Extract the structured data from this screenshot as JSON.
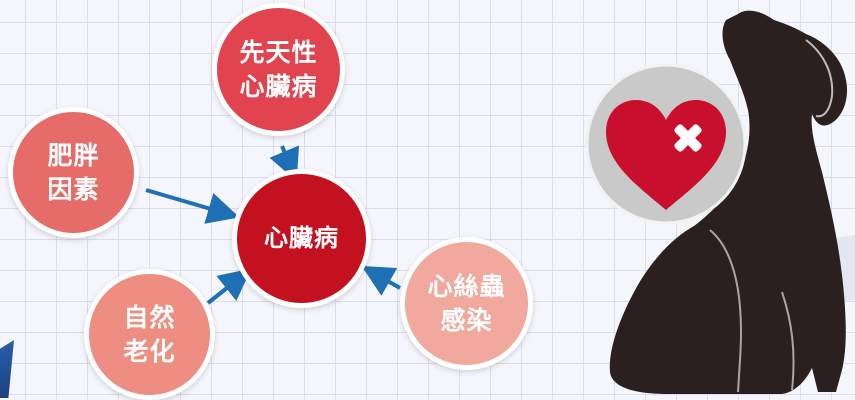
{
  "diagram": {
    "center": {
      "line1": "心臟病"
    },
    "nodes": {
      "congenital": {
        "line1": "先天性",
        "line2": "心臟病"
      },
      "obesity": {
        "line1": "肥胖",
        "line2": "因素"
      },
      "aging": {
        "line1": "自然",
        "line2": "老化"
      },
      "heartworm": {
        "line1": "心絲蟲",
        "line2": "感染"
      }
    }
  },
  "illustration": {
    "subject": "dog-silhouette-icon",
    "badge": "broken-heart-icon",
    "colors": {
      "heart": "#c8102e",
      "badge_bg": "#c8c8c8",
      "dog": "#2b2020"
    }
  },
  "colors": {
    "arrow": "#1f6fb5",
    "center": "#c4111f"
  }
}
